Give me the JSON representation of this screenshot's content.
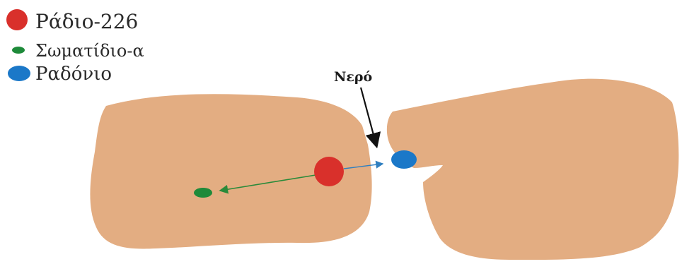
{
  "legend": {
    "radium": {
      "label": "Ράδιο-226",
      "color": "#d9302b"
    },
    "alpha": {
      "label": "Σωματίδιο-α",
      "color": "#1e8a3a"
    },
    "radon": {
      "label": "Ραδόνιο",
      "color": "#1b78c8"
    }
  },
  "annotation": {
    "water_label": "Νερό"
  },
  "colors": {
    "grain": "#e3ad82",
    "arrow_alpha": "#2a8a3a",
    "arrow_radon": "#2f7fc0",
    "arrow_water": "#111111"
  }
}
